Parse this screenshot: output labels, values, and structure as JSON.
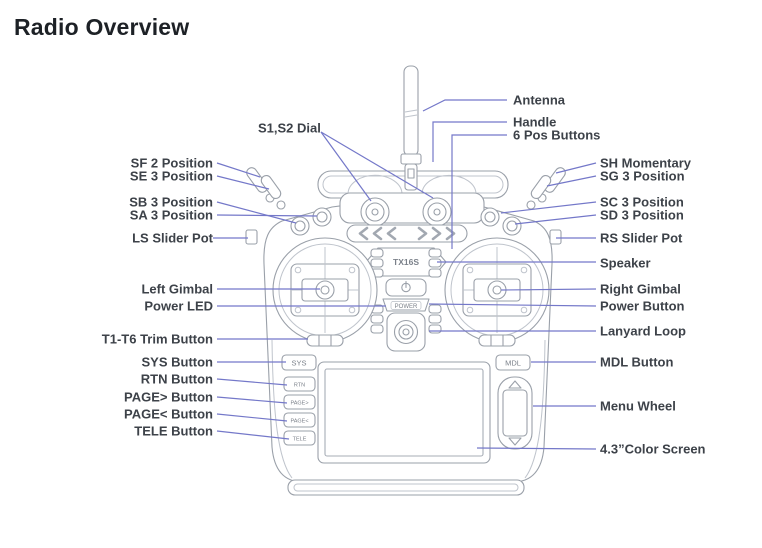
{
  "page": {
    "title": "Radio Overview"
  },
  "device": {
    "model_text": "TX16S",
    "power_label": "POWER",
    "keys": {
      "sys": "SYS",
      "mdl": "MDL",
      "rtn": "RTN",
      "page_fwd": "PAGE>",
      "page_back": "PAGE<",
      "tele": "TELE"
    }
  },
  "labels": {
    "top": {
      "text": "S1,S2 Dial"
    },
    "left": [
      {
        "text": "SF 2 Position"
      },
      {
        "text": "SE 3 Position"
      },
      {
        "text": "SB 3 Position"
      },
      {
        "text": "SA 3 Position"
      },
      {
        "text": "LS Slider Pot"
      },
      {
        "text": "Left Gimbal"
      },
      {
        "text": "Power LED"
      },
      {
        "text": "T1-T6 Trim Button"
      },
      {
        "text": "SYS Button"
      },
      {
        "text": "RTN Button"
      },
      {
        "text": "PAGE> Button"
      },
      {
        "text": "PAGE< Button"
      },
      {
        "text": "TELE Button"
      }
    ],
    "right": [
      {
        "text": "Antenna"
      },
      {
        "text": "Handle"
      },
      {
        "text": "6 Pos Buttons"
      },
      {
        "text": "SH Momentary"
      },
      {
        "text": "SG 3 Position"
      },
      {
        "text": "SC 3 Position"
      },
      {
        "text": "SD 3 Position"
      },
      {
        "text": "RS Slider Pot"
      },
      {
        "text": "Speaker"
      },
      {
        "text": "Right Gimbal"
      },
      {
        "text": "Power Button"
      },
      {
        "text": "Lanyard Loop"
      },
      {
        "text": "MDL Button"
      },
      {
        "text": "Menu Wheel"
      },
      {
        "text": "4.3”Color Screen"
      }
    ]
  },
  "colors": {
    "leader_line": "#7478c9",
    "line_art": "#9aa0a9",
    "label_text": "#3d4249",
    "title_text": "#1d2126",
    "background": "#ffffff"
  }
}
